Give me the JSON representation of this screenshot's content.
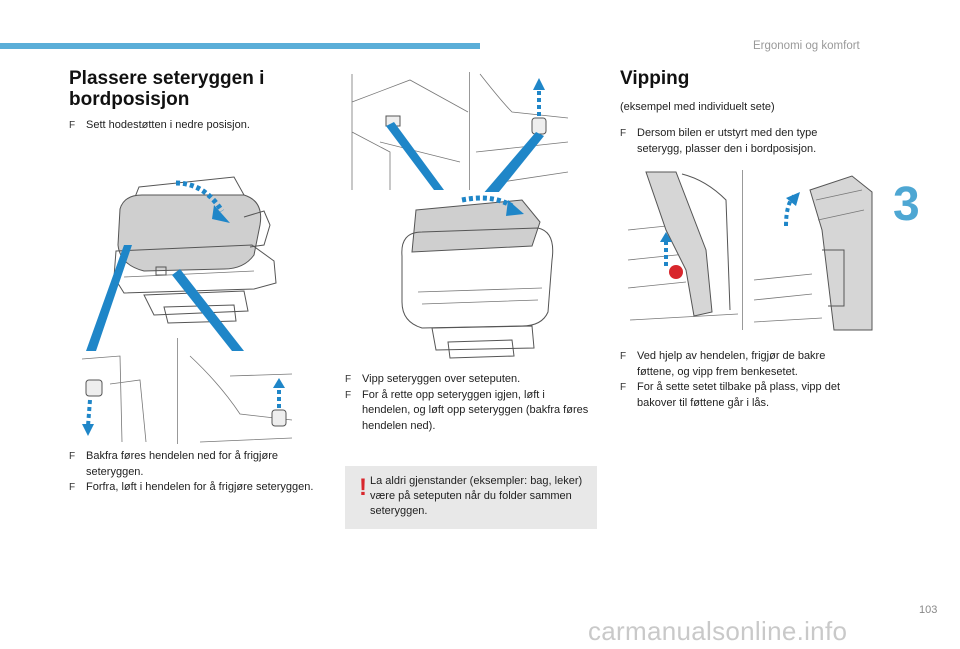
{
  "header": {
    "section_title": "Ergonomi og komfort",
    "chapter_number": "3",
    "page_number": "103"
  },
  "left": {
    "title_line1": "Plassere seteryggen i",
    "title_line2": "bordposisjon",
    "step1": "Sett hodestøtten i nedre posisjon.",
    "steps": [
      "Bakfra føres hendelen ned for å frigjøre seteryggen.",
      "Forfra, løft i hendelen for å frigjøre seteryggen."
    ]
  },
  "middle": {
    "steps": [
      "Vipp seteryggen over seteputen.",
      "For å rette opp seteryggen igjen, løft i hendelen, og løft opp seteryggen (bakfra føres hendelen ned)."
    ],
    "warning": "La aldri gjenstander (eksempler: bag, leker) være på seteputen når du folder sammen seteryggen."
  },
  "right": {
    "title": "Vipping",
    "subtitle": "(eksempel med individuelt sete)",
    "step1": "Dersom bilen er utstyrt med den type seterygg, plasser den i bordposisjon.",
    "steps": [
      "Ved hjelp av hendelen, frigjør de bakre føttene, og vipp frem benkesetet.",
      "For å sette setet tilbake på plass, vipp det bakover til føttene går i lås."
    ]
  },
  "bullet_marker": "F",
  "watermark": "carmanualsonline.info",
  "colors": {
    "accent_blue": "#4ea7d3",
    "arrow_blue": "#1f86c8",
    "warning_red": "#d8262c",
    "warning_bg": "#e8e8e8"
  }
}
